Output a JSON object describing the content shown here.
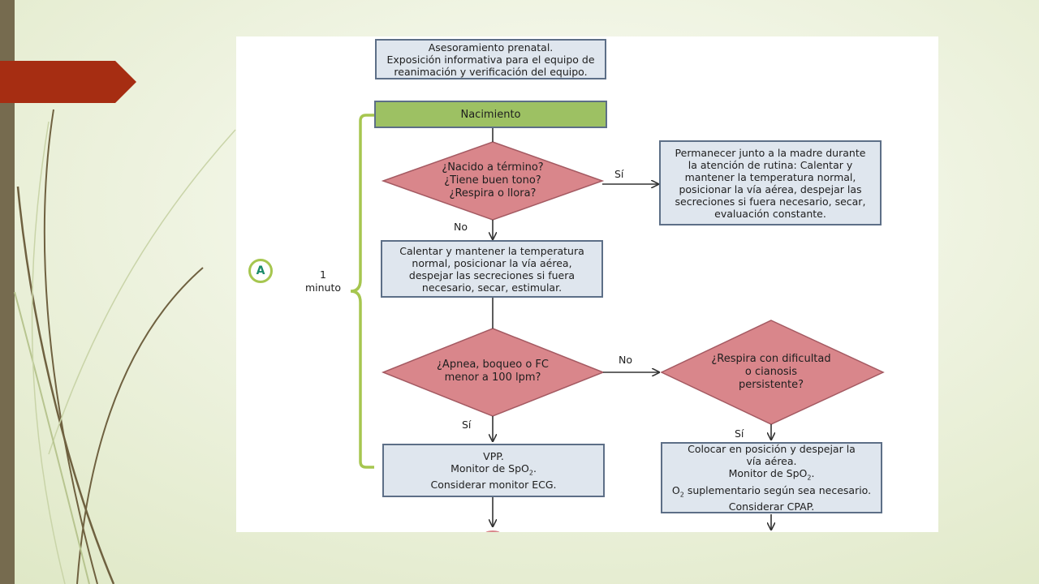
{
  "flowchart": {
    "prenatal": "Asesoramiento prenatal.\nExposición informativa para el equipo de\nreanimación y verificación del equipo.",
    "birth": "Nacimiento",
    "q_term": "¿Nacido a término?\n¿Tiene buen tono?\n¿Respira o llora?",
    "routine_care": "Permanecer junto a la madre durante\nla atención de rutina: Calentar y\nmantener la temperatura normal,\nposicionar la vía aérea, despejar las\nsecreciones si fuera necesario, secar,\nevaluación constante.",
    "initial_steps": "Calentar y mantener la temperatura\nnormal, posicionar la vía aérea,\ndespejar las secreciones si fuera\nnecesario, secar, estimular.",
    "q_apnea": "¿Apnea, boqueo o FC\nmenor a 100 lpm?",
    "q_breathing": "¿Respira con dificultad\no cianosis\npersistente?",
    "vpp_line1": "VPP.",
    "vpp_line2": "Monitor de SpO",
    "vpp_line2_sub": "2",
    "vpp_line2_end": ".",
    "vpp_line3": "Considerar monitor ECG.",
    "pos_line1": "Colocar en posición y despejar la",
    "pos_line2": "vía aérea.",
    "pos_line3": "Monitor de SpO",
    "pos_line3_sub": "2",
    "pos_line3_end": ".",
    "pos_line4_start": "O",
    "pos_line4_sub": "2",
    "pos_line4": " suplementario según sea necesario.",
    "pos_line5": "Considerar CPAP.",
    "yes_1": "Sí",
    "no_1": "No",
    "no_2": "No",
    "yes_2": "Sí",
    "yes_3": "Sí",
    "bracket_letter": "A",
    "bracket_label": "1\nminuto"
  },
  "colors": {
    "box_fill": "#dfe6ee",
    "box_border": "#5d6f87",
    "birth_fill": "#9dc163",
    "diamond_fill": "#d9868b",
    "bracket": "#a6c64f",
    "tab": "#a62d12"
  }
}
